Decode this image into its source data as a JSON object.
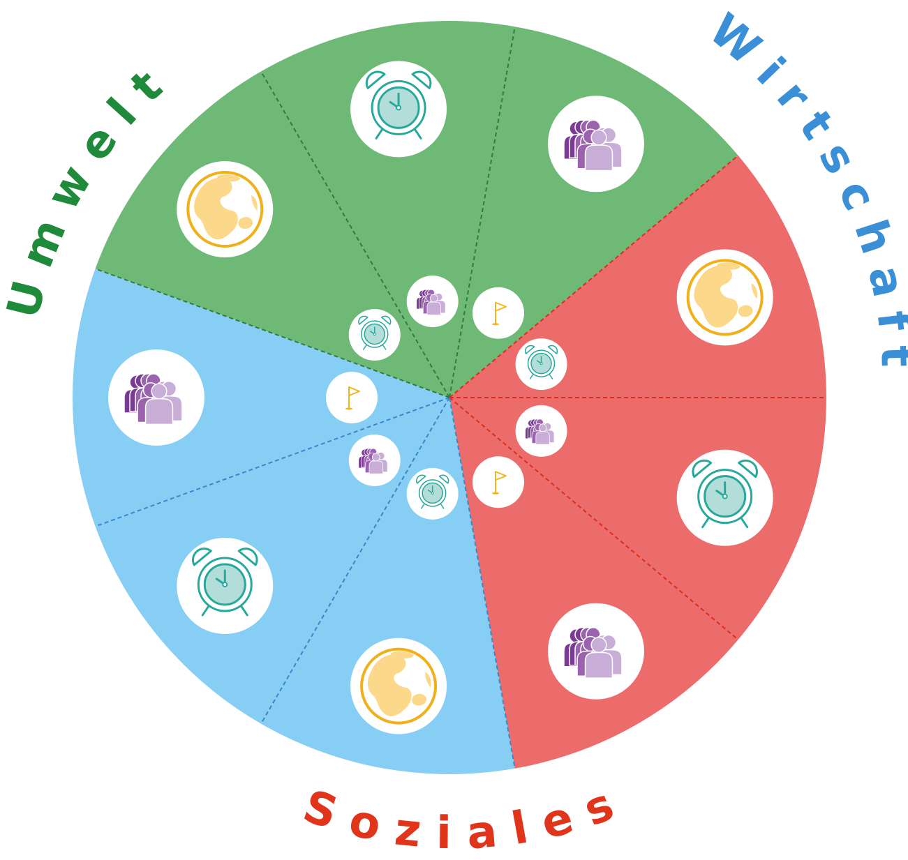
{
  "labels": {
    "umwelt": "Umwelt",
    "wirtschaft": "Wirtschaft",
    "soziales": "Soziales"
  },
  "colors": {
    "umwelt_fill": "#6fb977",
    "umwelt_text": "#1f8a3a",
    "umwelt_line": "#2e7d3a",
    "wirtschaft_fill": "#87cef5",
    "wirtschaft_text": "#3a8fd6",
    "wirtschaft_line": "#3a86c8",
    "soziales_fill": "#ec6b6b",
    "soziales_text": "#e0341b",
    "soziales_line": "#d8301a",
    "icon_bg": "#ffffff",
    "globe_ring": "#f0b019",
    "globe_land": "#fcd98a",
    "clock_line": "#26a89a",
    "clock_face": "#b3ddd9",
    "people_dark": "#7b3a93",
    "people_mid": "#9b62ae",
    "people_light": "#c8aed7",
    "flag": "#f2b41c"
  },
  "sectors": [
    {
      "segment": "soziales",
      "icon": "clock-icon"
    },
    {
      "segment": "soziales",
      "icon": "people-icon"
    },
    {
      "segment": "wirtschaft",
      "icon": "globe-icon"
    },
    {
      "segment": "wirtschaft",
      "icon": "clock-icon"
    },
    {
      "segment": "wirtschaft",
      "icon": "people-icon"
    },
    {
      "segment": "umwelt",
      "icon": "globe-icon"
    },
    {
      "segment": "umwelt",
      "icon": "clock-icon"
    },
    {
      "segment": "umwelt",
      "icon": "people-icon"
    },
    {
      "segment": "soziales",
      "icon": "globe-icon"
    }
  ],
  "inner_ring": [
    {
      "segment": "soziales",
      "icon": "people-icon"
    },
    {
      "segment": "wirtschaft",
      "icon": "flag-icon"
    },
    {
      "segment": "wirtschaft",
      "icon": "clock-icon"
    },
    {
      "segment": "wirtschaft",
      "icon": "people-icon"
    },
    {
      "segment": "umwelt",
      "icon": "flag-icon"
    },
    {
      "segment": "umwelt",
      "icon": "clock-icon"
    },
    {
      "segment": "umwelt",
      "icon": "people-icon"
    },
    {
      "segment": "soziales",
      "icon": "flag-icon"
    },
    {
      "segment": "soziales",
      "icon": "clock-icon"
    }
  ]
}
